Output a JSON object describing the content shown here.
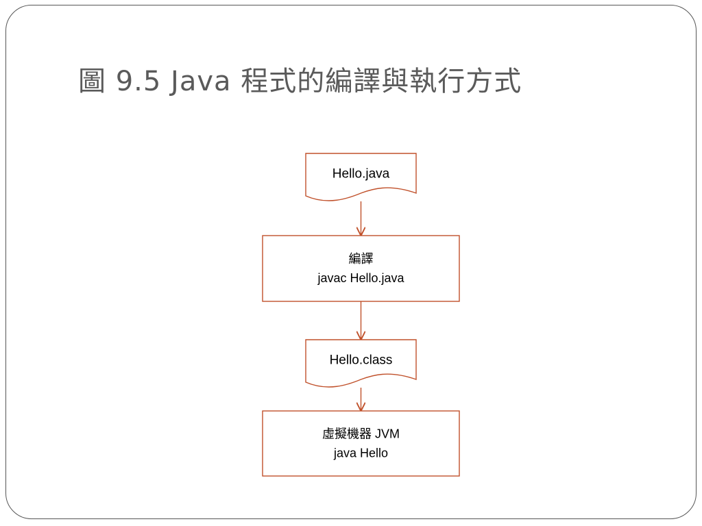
{
  "slide": {
    "title": "圖 9.5 Java 程式的編譯與執行方式"
  },
  "flowchart": {
    "nodes": [
      {
        "id": "source-file",
        "shape": "document",
        "lines": [
          "Hello.java"
        ]
      },
      {
        "id": "compile-step",
        "shape": "process",
        "lines": [
          "編譯",
          "javac  Hello.java"
        ]
      },
      {
        "id": "class-file",
        "shape": "document",
        "lines": [
          "Hello.class"
        ]
      },
      {
        "id": "jvm-step",
        "shape": "process",
        "lines": [
          "虛擬機器 JVM",
          "java  Hello"
        ]
      }
    ],
    "edges": [
      {
        "from": "source-file",
        "to": "compile-step"
      },
      {
        "from": "compile-step",
        "to": "class-file"
      },
      {
        "from": "class-file",
        "to": "jvm-step"
      }
    ],
    "colors": {
      "stroke": "#c0502a",
      "fill": "#ffffff",
      "text": "#000000",
      "title": "#5a5a5a"
    }
  }
}
